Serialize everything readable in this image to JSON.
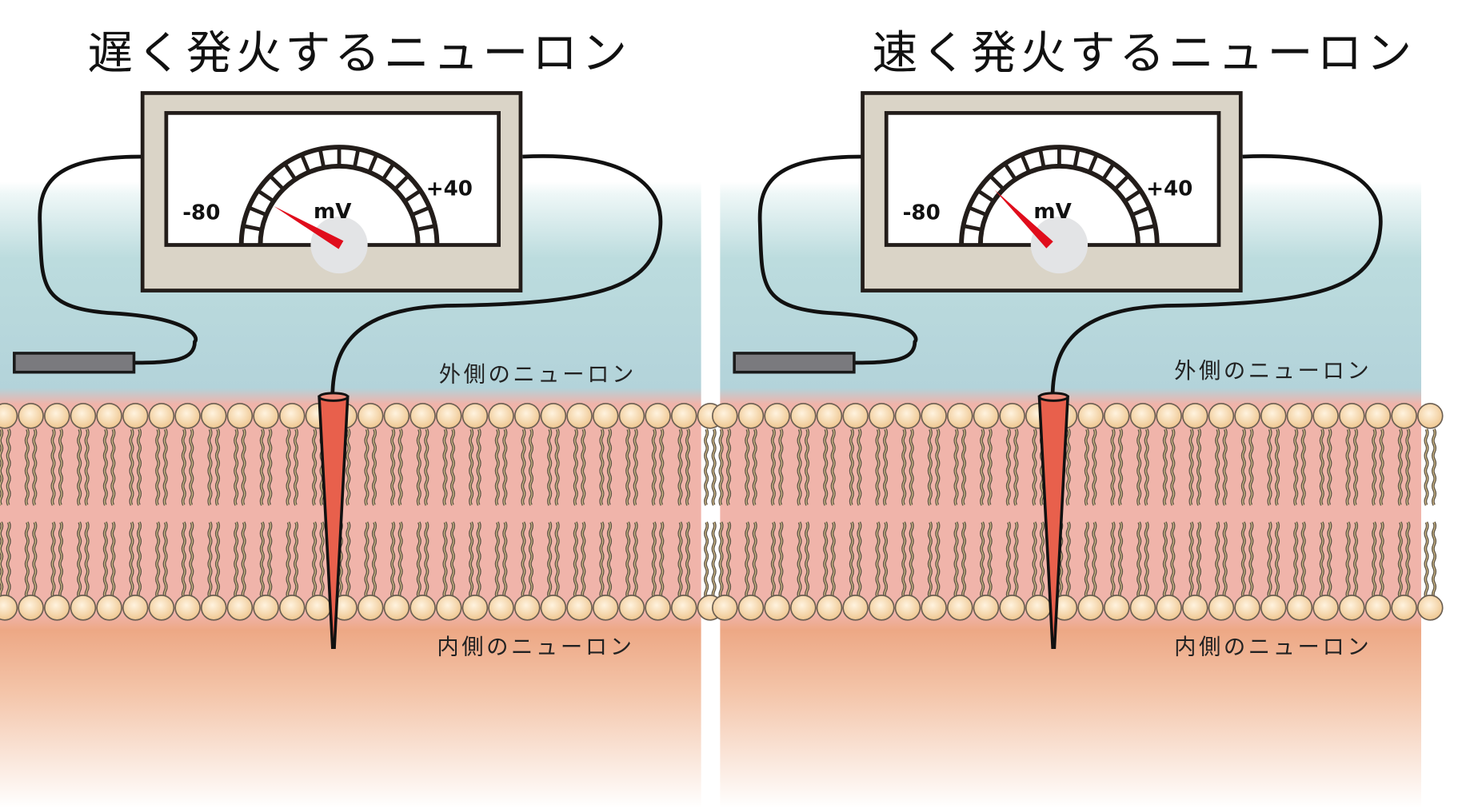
{
  "figure": {
    "description": "Comparison of membrane potential measurement in slow- and fast-firing neurons"
  },
  "panels": [
    {
      "id": "slow",
      "title": "遅く発火するニューロン",
      "meter": {
        "min_label": "-80",
        "max_label": "+40",
        "unit_label": "mV",
        "scale_min": -80,
        "scale_max": 40,
        "needle_value": -60,
        "tick_count": 16
      },
      "outside_label": "外側のニューロン",
      "inside_label": "内側のニューロン"
    },
    {
      "id": "fast",
      "title": "速く発火するニューロン",
      "meter": {
        "min_label": "-80",
        "max_label": "+40",
        "unit_label": "mV",
        "scale_min": -80,
        "scale_max": 40,
        "needle_value": -50,
        "tick_count": 16
      },
      "outside_label": "外側のニューロン",
      "inside_label": "内側のニューロン"
    }
  ],
  "colors": {
    "outside_fluid": "#bcdcde",
    "membrane_core": "#f0b4aa",
    "inside_fluid": "#eda885",
    "lipid_head": "#f7d4a4",
    "meter_frame": "#dad4c7",
    "needle": "#e00d1c",
    "electrode": "#e8604c",
    "reference_electrode": "#7a7a7e"
  }
}
